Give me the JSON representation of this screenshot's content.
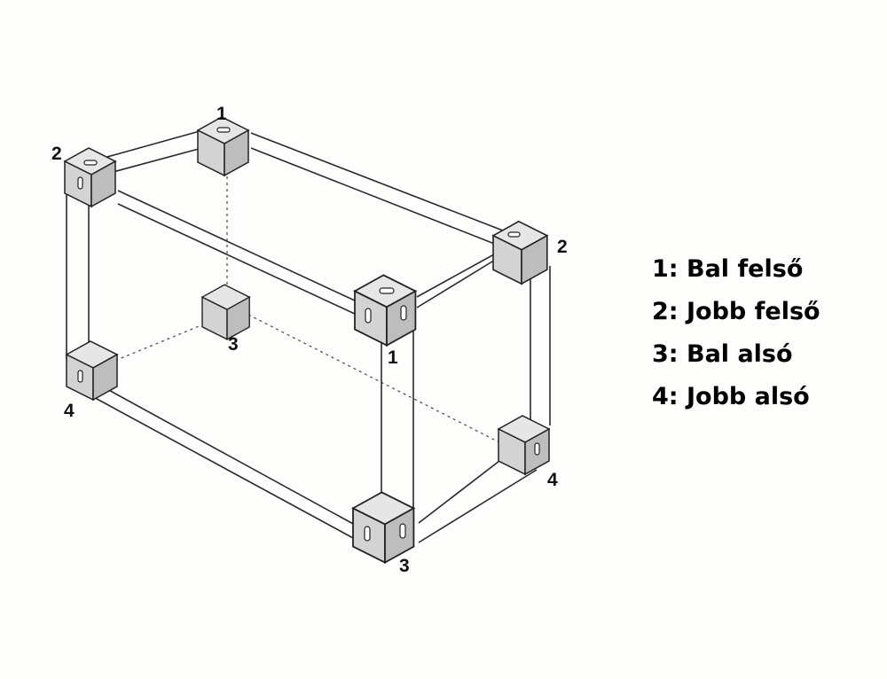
{
  "diagram": {
    "corner_labels": {
      "top_back_left": "1",
      "top_front_left": "2",
      "top_back_right": "2",
      "top_front_right": "1",
      "bottom_back_left": "3",
      "bottom_front_left": "4",
      "bottom_back_right": "4",
      "bottom_front_right": "3"
    },
    "legend": [
      "1: Bal felső",
      "2: Jobb felső",
      "3: Bal alsó",
      "4: Jobb alsó"
    ]
  },
  "colors": {
    "frame_line": "#2a2a2a",
    "hidden_line": "#555555",
    "corner_light": "#e6e6e6",
    "corner_mid": "#cfcfcf",
    "corner_dark": "#b8b8b8"
  }
}
